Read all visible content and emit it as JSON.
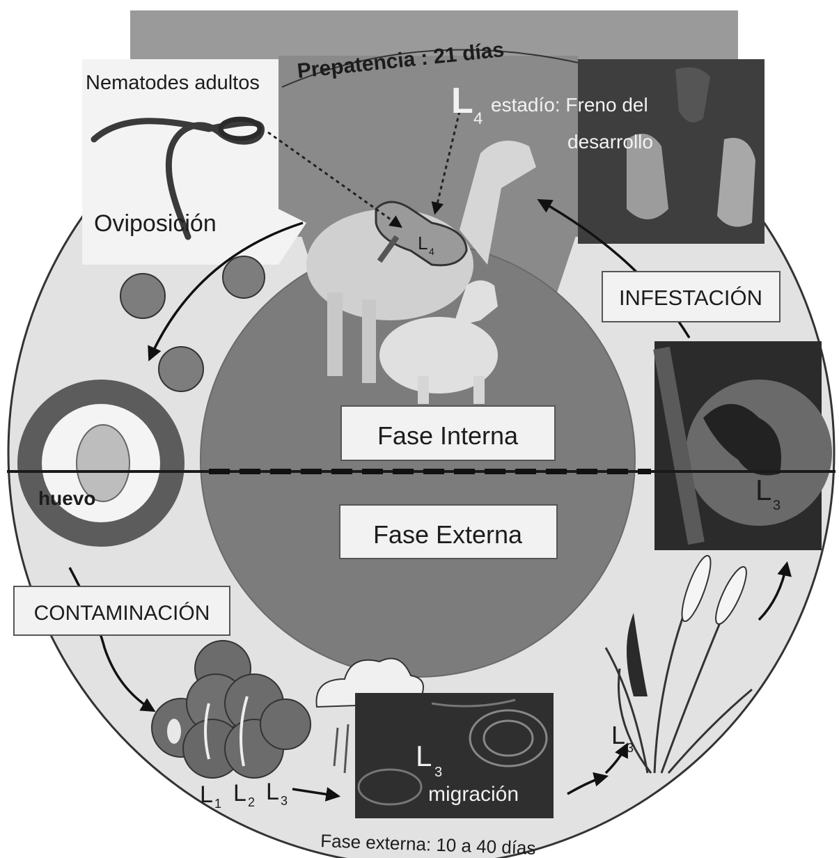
{
  "top": {
    "prepatency": "Prepatencia : 21 días",
    "adult_nematodes": "Nematodes adultos",
    "oviposition": "Oviposición",
    "l4_stage_letter": "L",
    "l4_stage_sub": "4",
    "l4_stage_text_1": "estadío: Freno del",
    "l4_stage_text_2": "desarrollo",
    "l4_in_host_letter": "L",
    "l4_in_host_sub": "4"
  },
  "center": {
    "internal_phase": "Fase Interna",
    "external_phase": "Fase Externa"
  },
  "left": {
    "egg": "huevo",
    "contamination": "CONTAMINACIÓN"
  },
  "right": {
    "infestation": "INFESTACIÓN",
    "l3_micro_letter": "L",
    "l3_micro_sub": "3",
    "l3_plant_letter": "L",
    "l3_plant_sub": "3"
  },
  "bottom": {
    "larvae": [
      {
        "letter": "L",
        "sub": "1"
      },
      {
        "letter": "L",
        "sub": "2"
      },
      {
        "letter": "L",
        "sub": "3"
      }
    ],
    "migration_letter": "L",
    "migration_sub": "3",
    "migration": "migración",
    "external_duration": "Fase externa: 10 a 40 días"
  },
  "colors": {
    "circle_fill": "#d9d9d9",
    "photo_bg": "#8f8f8f",
    "grass": "#7a7a7a",
    "dark_panel": "#2a2a2a",
    "label_box": "#f2f2f2"
  }
}
